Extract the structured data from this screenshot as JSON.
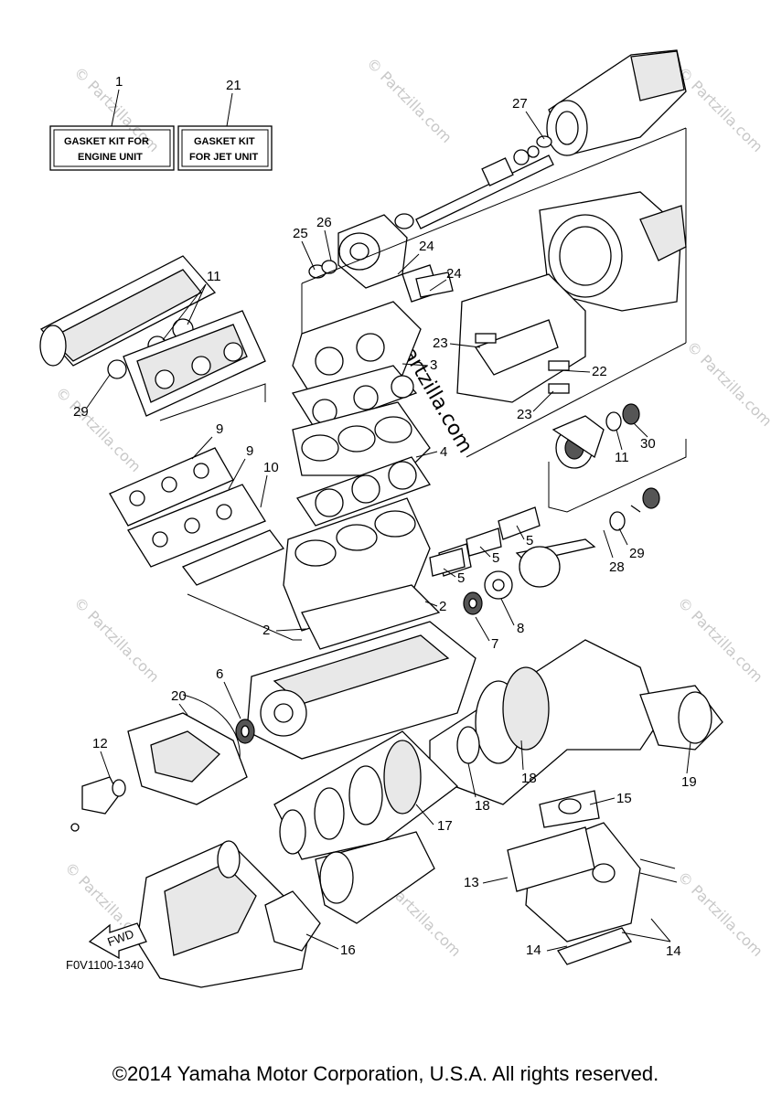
{
  "boxes": [
    {
      "num": "1",
      "line1": "GASKET KIT FOR",
      "line2": "ENGINE UNIT"
    },
    {
      "num": "21",
      "line1": "GASKET KIT",
      "line2": "FOR JET UNIT"
    }
  ],
  "callouts": [
    "27",
    "26",
    "25",
    "24",
    "24",
    "11",
    "23",
    "3",
    "22",
    "23",
    "30",
    "29",
    "11",
    "4",
    "9",
    "9",
    "10",
    "5",
    "5",
    "29",
    "28",
    "5",
    "2",
    "8",
    "2",
    "7",
    "6",
    "20",
    "12",
    "18",
    "18",
    "19",
    "15",
    "17",
    "13",
    "14",
    "14",
    "16"
  ],
  "watermark_text": "© Partzilla.com",
  "fwd_label": "FWD",
  "drawing_code": "F0V1100-1340",
  "copyright": "©2014 Yamaha Motor Corporation, U.S.A. All rights reserved."
}
